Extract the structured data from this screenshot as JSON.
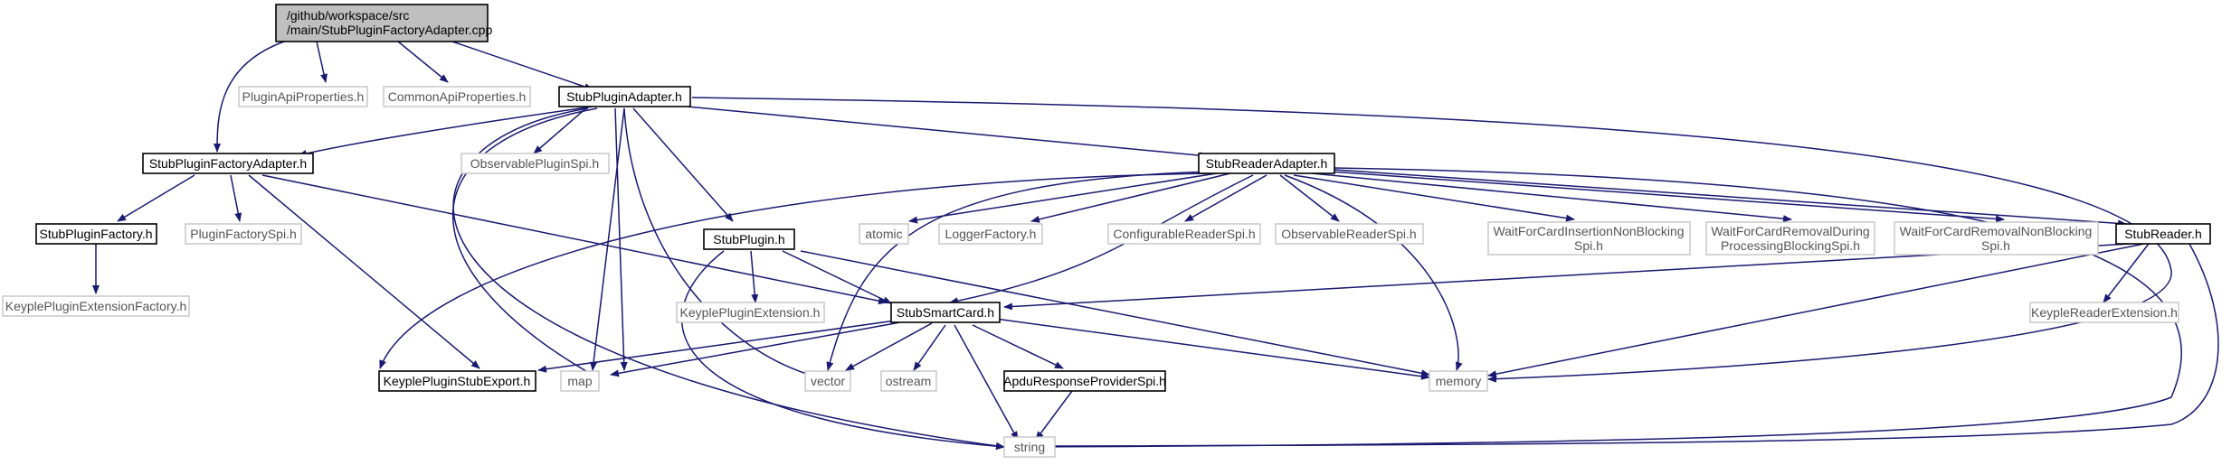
{
  "colors": {
    "edge": "#191970",
    "root_fill": "#bfbfbf",
    "documented_border": "#000000",
    "external_border": "#bfbfbf",
    "external_text": "#555555"
  },
  "nodes": {
    "root": {
      "line1": "/github/workspace/src",
      "line2": "/main/StubPluginFactoryAdapter.cpp"
    },
    "plugin_api_properties": {
      "label": "PluginApiProperties.h"
    },
    "common_api_properties": {
      "label": "CommonApiProperties.h"
    },
    "stub_plugin_adapter": {
      "label": "StubPluginAdapter.h"
    },
    "stub_plugin_factory_adapter": {
      "label": "StubPluginFactoryAdapter.h"
    },
    "observable_plugin_spi": {
      "label": "ObservablePluginSpi.h"
    },
    "stub_reader_adapter": {
      "label": "StubReaderAdapter.h"
    },
    "stub_plugin_factory": {
      "label": "StubPluginFactory.h"
    },
    "plugin_factory_spi": {
      "label": "PluginFactorySpi.h"
    },
    "keyple_plugin_extension_factory": {
      "label": "KeyplePluginExtensionFactory.h"
    },
    "stub_plugin": {
      "label": "StubPlugin.h"
    },
    "atomic": {
      "label": "atomic"
    },
    "logger_factory": {
      "label": "LoggerFactory.h"
    },
    "configurable_reader_spi": {
      "label": "ConfigurableReaderSpi.h"
    },
    "observable_reader_spi": {
      "label": "ObservableReaderSpi.h"
    },
    "wait_insertion": {
      "line1": "WaitForCardInsertionNonBlocking",
      "line2": "Spi.h"
    },
    "wait_removal_processing": {
      "line1": "WaitForCardRemovalDuring",
      "line2": "ProcessingBlockingSpi.h"
    },
    "wait_removal_nonblocking": {
      "line1": "WaitForCardRemovalNonBlocking",
      "line2": "Spi.h"
    },
    "stub_reader": {
      "label": "StubReader.h"
    },
    "keyple_plugin_extension": {
      "label": "KeyplePluginExtension.h"
    },
    "stub_smart_card": {
      "label": "StubSmartCard.h"
    },
    "keyple_reader_extension": {
      "label": "KeypleReaderExtension.h"
    },
    "keyple_plugin_stub_export": {
      "label": "KeyplePluginStubExport.h"
    },
    "map": {
      "label": "map"
    },
    "vector": {
      "label": "vector"
    },
    "ostream": {
      "label": "ostream"
    },
    "apdu_response_provider_spi": {
      "label": "ApduResponseProviderSpi.h"
    },
    "memory": {
      "label": "memory"
    },
    "string": {
      "label": "string"
    }
  }
}
